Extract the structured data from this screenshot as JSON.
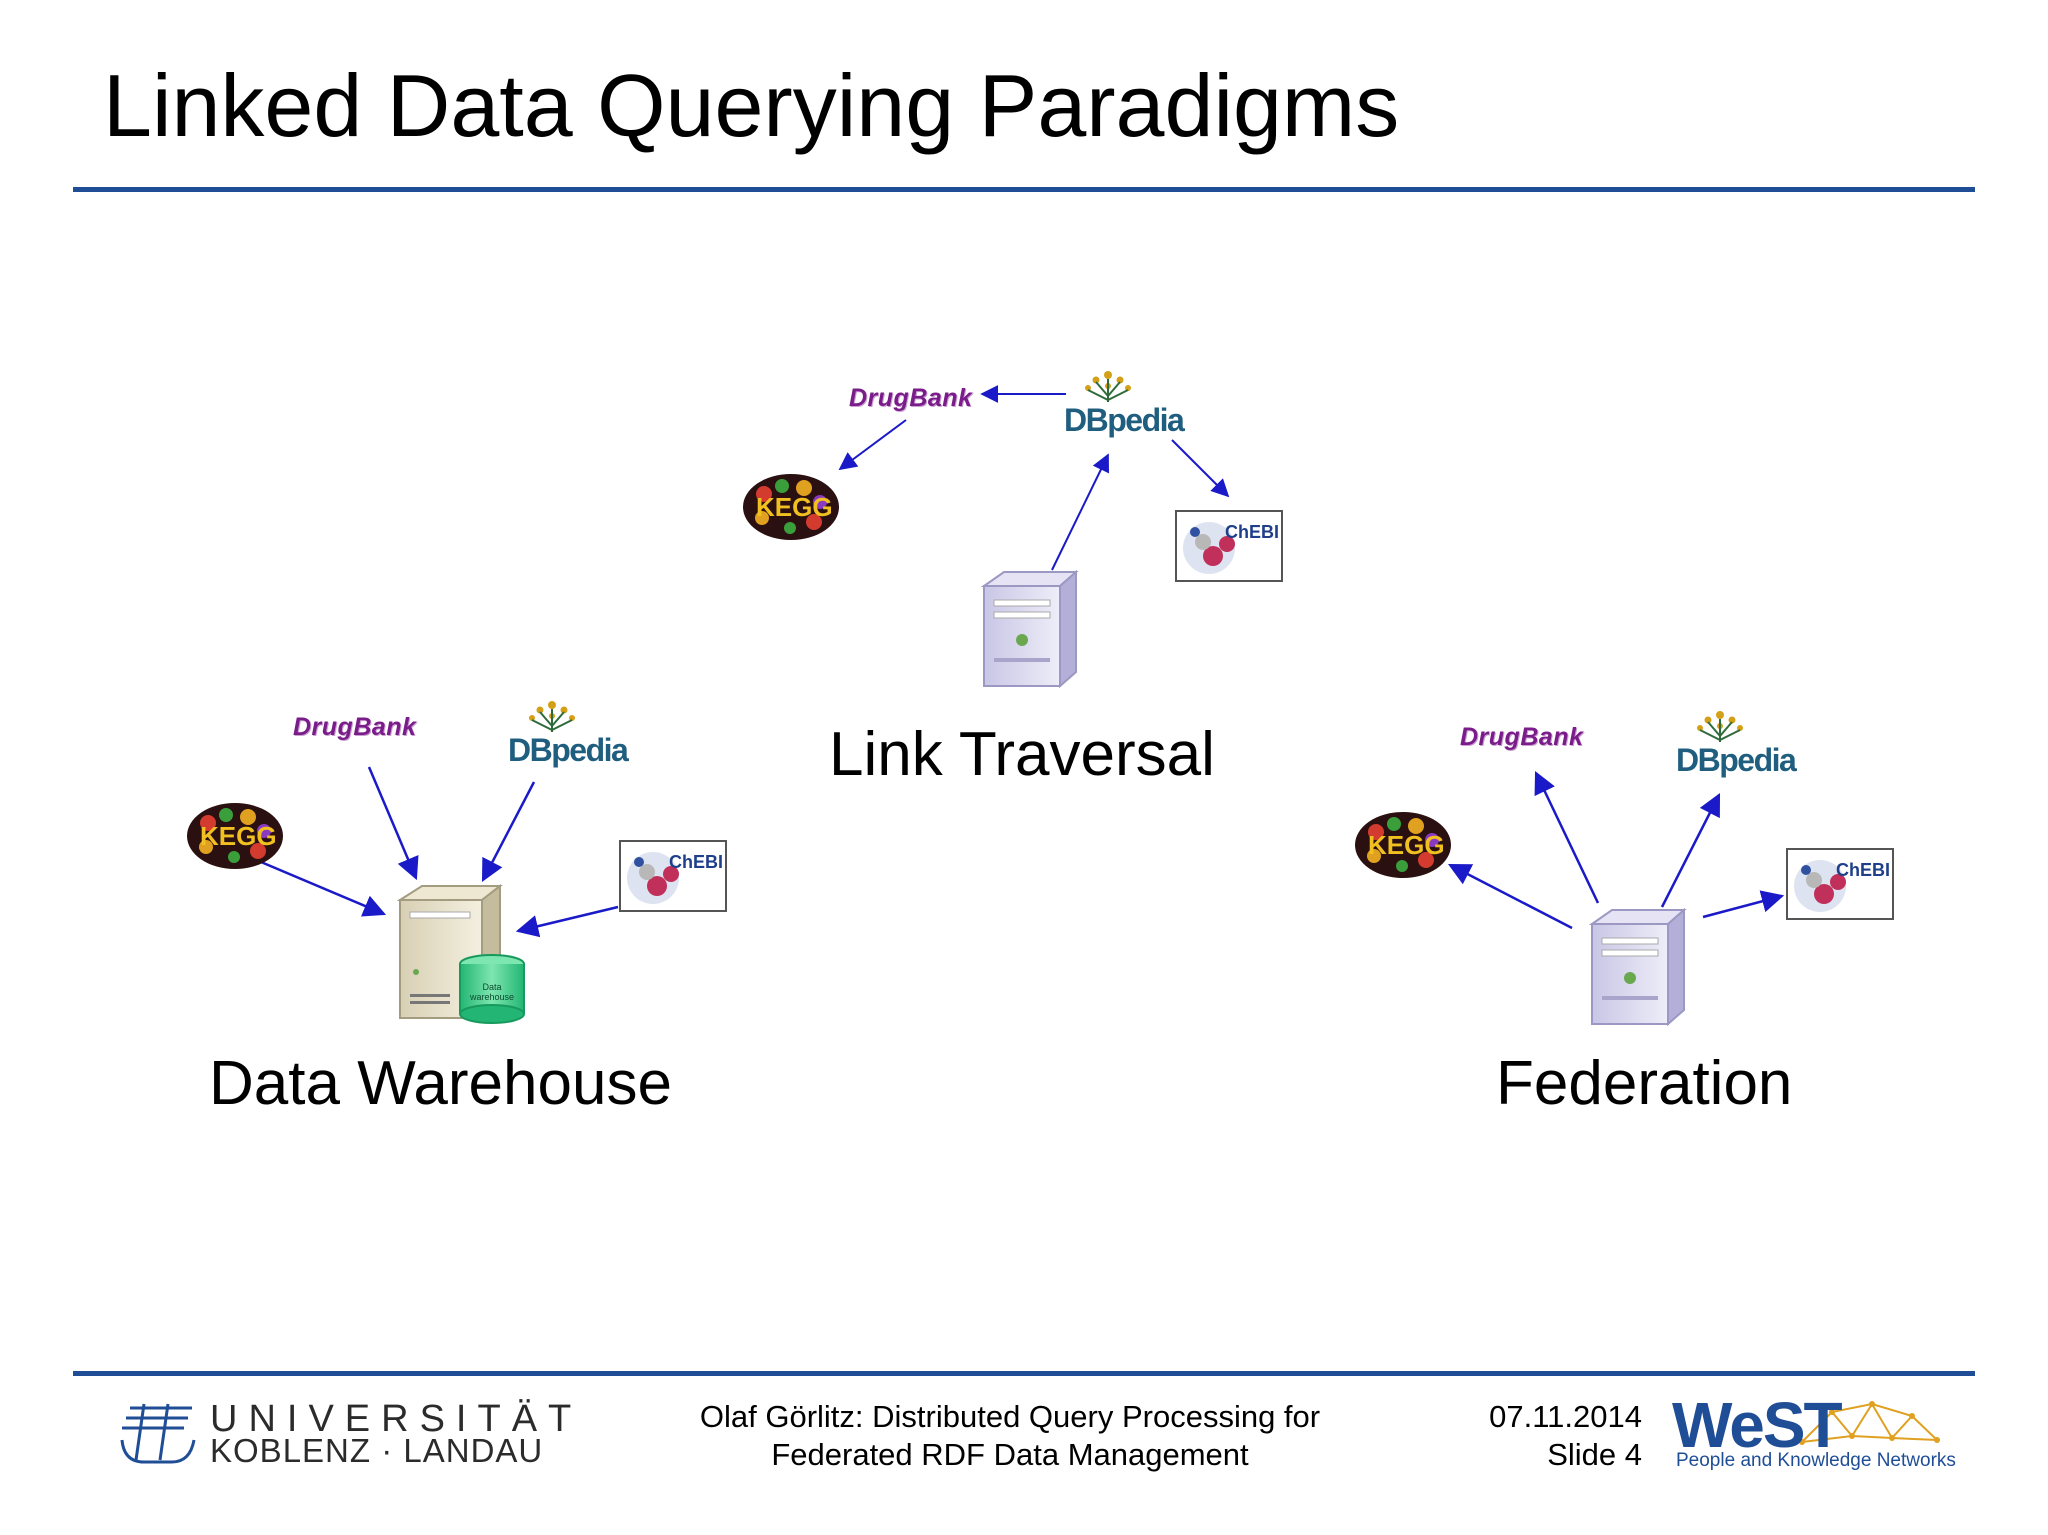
{
  "slide": {
    "title": "Linked Data Querying Paradigms"
  },
  "paradigms": {
    "link_traversal": {
      "label": "Link Traversal"
    },
    "data_warehouse": {
      "label": "Data Warehouse",
      "warehouse_text": "Data warehouse"
    },
    "federation": {
      "label": "Federation"
    }
  },
  "sources": {
    "drugbank": "DrugBank",
    "dbpedia": "DBpedia",
    "chebi": "ChEBI",
    "kegg": "KEGG"
  },
  "footer": {
    "university_line1": "UNIVERSITÄT",
    "university_line2": "KOBLENZ · LANDAU",
    "talk_line1": "Olaf Görlitz: Distributed Query Processing for",
    "talk_line2": "Federated RDF Data Management",
    "date": "07.11.2014",
    "slide_number": "Slide 4",
    "west_name": "WeST",
    "west_tagline": "People and Knowledge Networks"
  },
  "colors": {
    "rule": "#1f4e96",
    "arrow": "#1a1ac8",
    "drugbank": "#7a1d8a",
    "dbpedia": "#1f5e7e"
  }
}
